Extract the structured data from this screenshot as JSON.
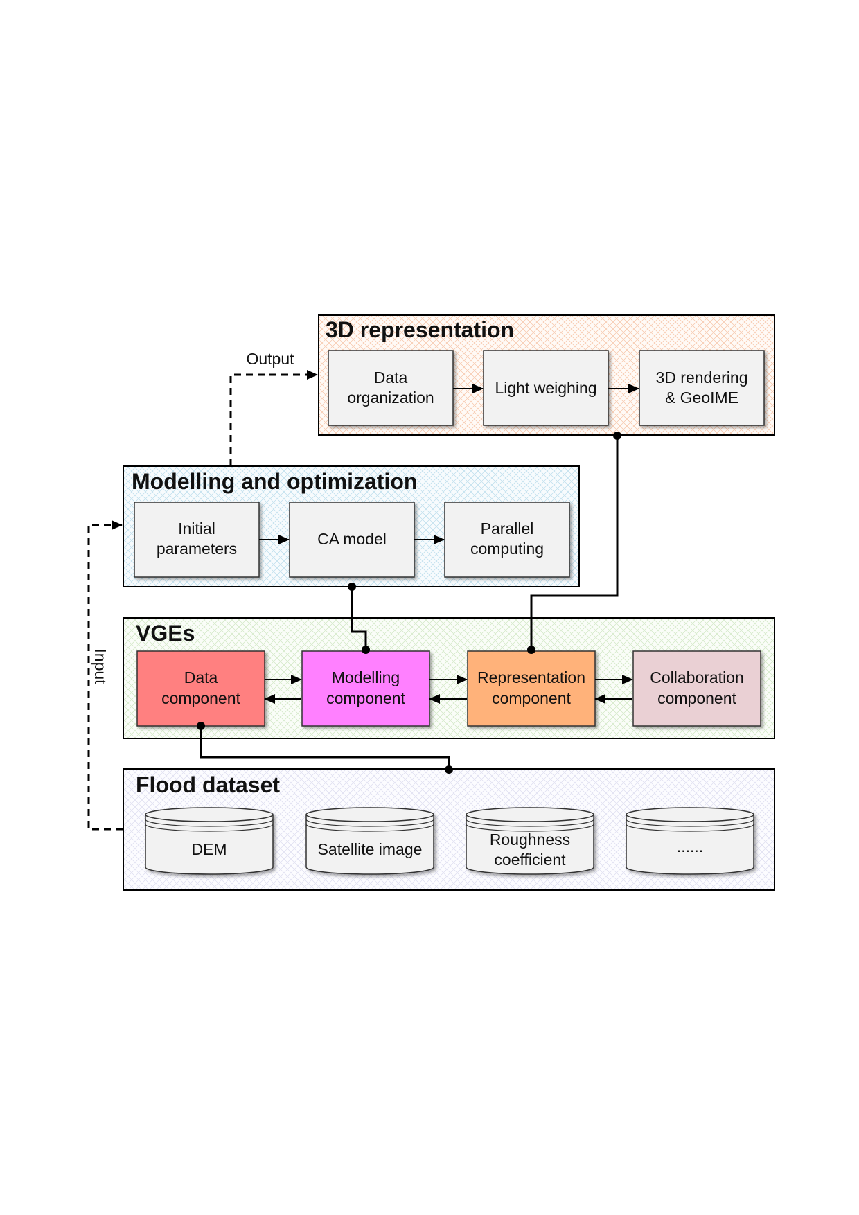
{
  "panels": {
    "representation": {
      "title": "3D representation",
      "boxes": [
        {
          "lines": [
            "Data",
            "organization"
          ]
        },
        {
          "lines": [
            "Light weighing"
          ]
        },
        {
          "lines": [
            "3D rendering",
            "& GeoIME"
          ]
        }
      ],
      "color": "#f6a57a"
    },
    "modelling": {
      "title": "Modelling and optimization",
      "boxes": [
        {
          "lines": [
            "Initial",
            "parameters"
          ]
        },
        {
          "lines": [
            "CA model"
          ]
        },
        {
          "lines": [
            "Parallel",
            "computing"
          ]
        }
      ],
      "color": "#8fc7df"
    },
    "vges": {
      "title": "VGEs",
      "boxes": [
        {
          "lines": [
            "Data",
            "component"
          ],
          "color": "#ff8080"
        },
        {
          "lines": [
            "Modelling",
            "component"
          ],
          "color": "#ff80ff"
        },
        {
          "lines": [
            "Representation",
            "component"
          ],
          "color": "#ffb27a"
        },
        {
          "lines": [
            "Collaboration",
            "component"
          ],
          "color": "#ead0d4"
        }
      ],
      "color": "#b7d9a3"
    },
    "flood": {
      "title": "Flood dataset",
      "items": [
        {
          "lines": [
            "DEM"
          ]
        },
        {
          "lines": [
            "Satellite image"
          ]
        },
        {
          "lines": [
            "Roughness",
            "coefficient"
          ]
        },
        {
          "lines": [
            "......"
          ]
        }
      ],
      "color": "#c8c8e6"
    }
  },
  "labels": {
    "output": "Output",
    "input": "Input"
  },
  "colors": {
    "box_fill": "#f2f2f2",
    "line": "#000000"
  }
}
